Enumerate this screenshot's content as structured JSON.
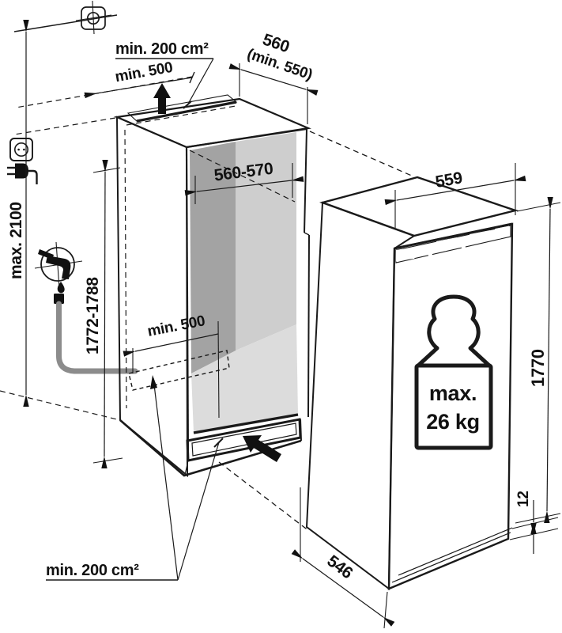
{
  "diagram": {
    "labels": {
      "ceiling_clearance": "max. 2100",
      "top_vent_area": "min. 200 cm²",
      "top_clearance": "min. 500",
      "niche_depth": "560",
      "niche_depth_min": "(min. 550)",
      "niche_width": "560-570",
      "appliance_width": "559",
      "niche_height": "1772-1788",
      "floor_vent_clearance": "min. 500",
      "appliance_height": "1770",
      "door_bottom_gap": "12",
      "appliance_depth": "546",
      "bottom_vent_area": "min. 200 cm²",
      "max_door_weight_line1": "max.",
      "max_door_weight_line2": "26 kg"
    },
    "icons": {
      "wall_fixing": "crosshair-box",
      "power_socket": "socket-outlet",
      "power_plug": "mains-plug",
      "water_supply": "tap-with-drop",
      "drain_hose": "hose",
      "door_weight": "weight",
      "air_out": "arrow-up",
      "air_in": "arrow-into-plinth"
    },
    "colors": {
      "line": "#1a1a1a",
      "wall_left": "#a3a3a3",
      "wall_back": "#cecece",
      "floor": "#dcdcdc",
      "grille": "#d9d9d9",
      "hose": "#8c8c8c",
      "background": "#ffffff"
    }
  }
}
